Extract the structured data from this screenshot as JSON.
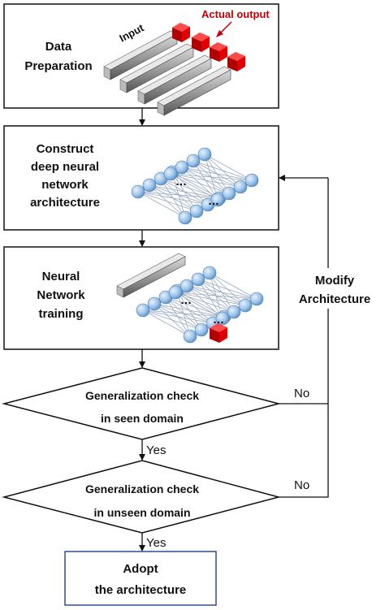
{
  "steps": {
    "data_prep": {
      "line1": "Data",
      "line2": "Preparation"
    },
    "construct": {
      "line1": "Construct",
      "line2": "deep neural",
      "line3": "network",
      "line4": "architecture"
    },
    "training": {
      "line1": "Neural",
      "line2": "Network",
      "line3": "training"
    },
    "check_seen": {
      "line1": "Generalization check",
      "line2": "in seen domain"
    },
    "check_unseen": {
      "line1": "Generalization check",
      "line2": "in unseen domain"
    },
    "adopt": {
      "line1": "Adopt",
      "line2": "the architecture"
    }
  },
  "illustration": {
    "input_label": "Input",
    "output_label": "Actual output",
    "ellipsis": "…"
  },
  "edges": {
    "yes_1": "Yes",
    "yes_2": "Yes",
    "no_1": "No",
    "no_2": "No",
    "modify_line1": "Modify",
    "modify_line2": "Architecture"
  },
  "colors": {
    "box_border": "#111111",
    "adopt_border": "#2f4f8f",
    "output_label": "#c00000",
    "output_cube": "#d40000",
    "node_fill": "#9cc3ea",
    "edge_line": "#9aa8c0"
  }
}
